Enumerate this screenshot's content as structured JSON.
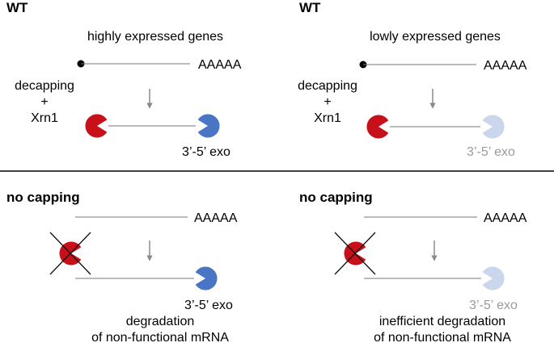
{
  "panels": [
    {
      "header": "WT",
      "title": "highly expressed genes",
      "polya": "AAAAA",
      "left_label": [
        "decapping",
        "+",
        "Xrn1"
      ],
      "exo_label": "3’-5’ exo",
      "exo_state": "active",
      "footer": []
    },
    {
      "header": "WT",
      "title": "lowly expressed genes",
      "polya": "AAAAA",
      "left_label": [
        "decapping",
        "+",
        "Xrn1"
      ],
      "exo_label": "3’-5’ exo",
      "exo_state": "faded",
      "footer": []
    },
    {
      "header": "no capping",
      "title": "",
      "polya": "AAAAA",
      "left_label": [],
      "exo_label": "3’-5’ exo",
      "exo_state": "active",
      "footer": [
        "degradation",
        "of non-functional mRNA"
      ]
    },
    {
      "header": "no capping",
      "title": "",
      "polya": "AAAAA",
      "left_label": [],
      "exo_label": "3’-5’ exo",
      "exo_state": "faded",
      "footer": [
        "inefficient degradation",
        "of non-functional mRNA"
      ]
    }
  ],
  "colors": {
    "xrn1_red": "#c8101b",
    "exo_blue": "#4a74c4",
    "exo_faded": "#c9d6ec",
    "faded_text": "#9a9a9a",
    "line_gray": "#777777",
    "arrow_gray": "#8a8a8a"
  }
}
